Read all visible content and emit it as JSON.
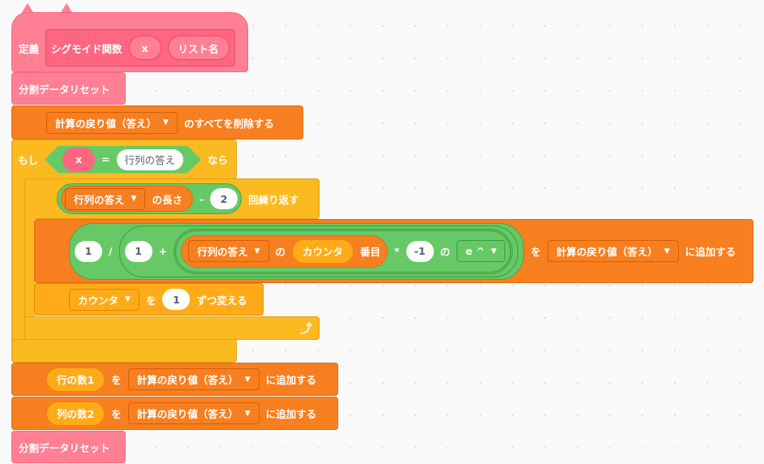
{
  "define": {
    "label": "定義",
    "name": "シグモイド関数",
    "param_x": "x",
    "param_list": "リスト名"
  },
  "reset1": "分割データリセット",
  "delete_all": {
    "list": "計算の戻り値（答え）",
    "text": "のすべてを削除する"
  },
  "if_block": {
    "if": "もし",
    "x": "x",
    "op": "=",
    "value": "行列の答え",
    "then": "なら"
  },
  "repeat": {
    "list": "行列の答え",
    "length_of": "の長さ",
    "minus": "-",
    "n": "2",
    "text": "回繰り返す"
  },
  "add_item": {
    "one_a": "1",
    "div": "/",
    "one_b": "1",
    "plus": "+",
    "list": "行列の答え",
    "of": "の",
    "counter": "カウンタ",
    "index": "番目",
    "mul": "*",
    "neg": "-1",
    "of2": "の",
    "func": "e ^",
    "wo": "を",
    "target": "計算の戻り値（答え）",
    "text": "に追加する"
  },
  "change": {
    "var": "カウンタ",
    "wo": "を",
    "n": "1",
    "text": "ずつ変える"
  },
  "add_rows": {
    "var": "行の数1",
    "wo": "を",
    "target": "計算の戻り値（答え）",
    "text": "に追加する"
  },
  "add_cols": {
    "var": "列の数2",
    "wo": "を",
    "target": "計算の戻り値（答え）",
    "text": "に追加する"
  },
  "reset2": "分割データリセット",
  "colors": {
    "my_blocks": "#ff8095",
    "list": "#f77f20",
    "control": "#fbba20",
    "operators": "#66c966",
    "variables": "#ffab19"
  }
}
